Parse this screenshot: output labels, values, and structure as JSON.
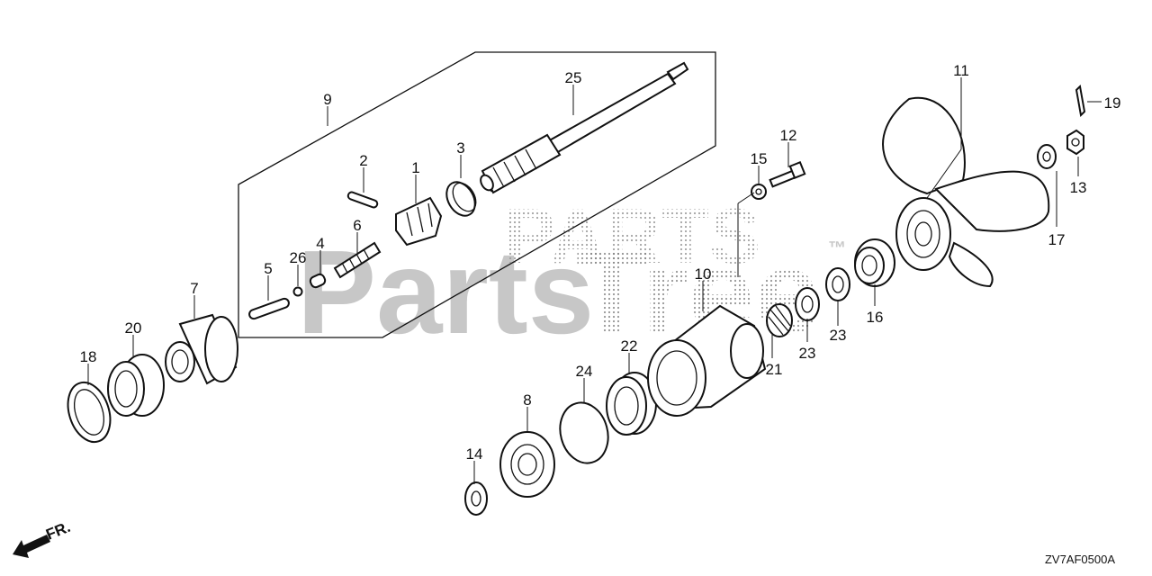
{
  "watermark": {
    "brand": "Parts",
    "brand_tail": "Tree",
    "trademark": "™",
    "ghost": "PARTS"
  },
  "direction_indicator": "FR.",
  "diagram_code": "ZV7AF0500A",
  "callouts": [
    "1",
    "2",
    "3",
    "4",
    "5",
    "6",
    "7",
    "8",
    "9",
    "10",
    "11",
    "12",
    "13",
    "14",
    "15",
    "16",
    "17",
    "18",
    "19",
    "20",
    "21",
    "22",
    "23",
    "23",
    "24",
    "25",
    "26"
  ]
}
